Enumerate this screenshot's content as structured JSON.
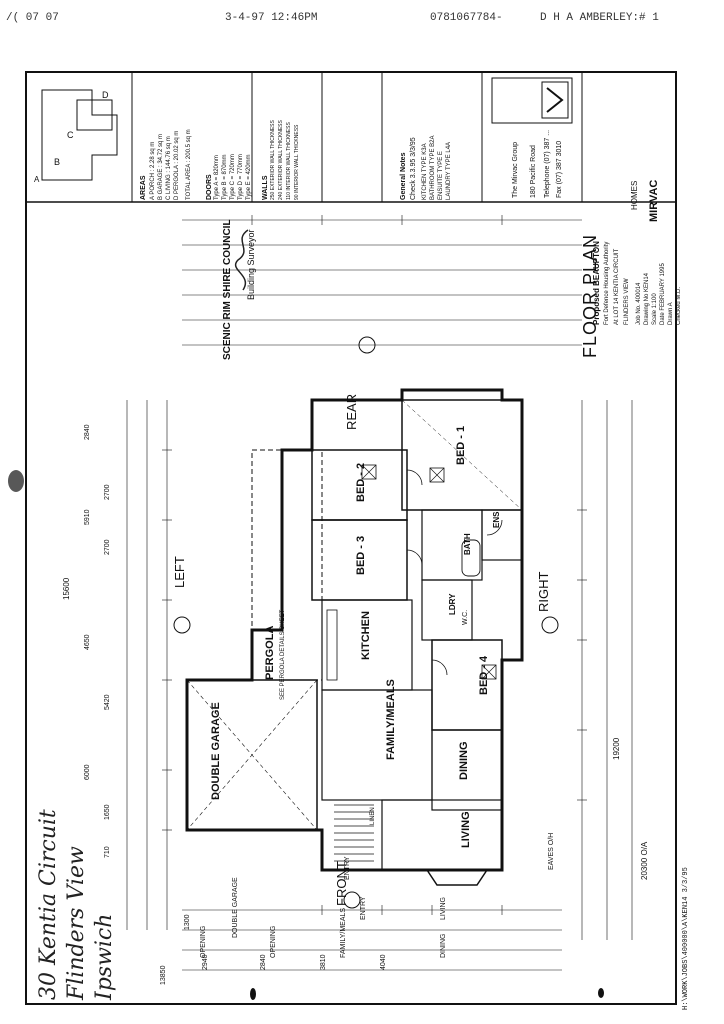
{
  "fax_header": {
    "left": "/( 07 07",
    "date_time": "3-4-97 12:46PM",
    "phone": "0781067784-",
    "sender": "D H A AMBERLEY:# 1"
  },
  "title_block": {
    "company": "MIRVAC",
    "company_sub": "HOMES",
    "group": "The Mirvac Group",
    "address_lines": [
      "180 Pacific Road",
      "Telephone (07) 387 ...",
      "Fax (07) 387 3010"
    ],
    "proposal_lines": [
      "Proposed BEAUPTON",
      "Fort Defence Housing Authority",
      "At LOT 14 KENTIA CIRCUIT",
      "FLINDERS VIEW"
    ],
    "job_lines": [
      "Job No. 400014",
      "Drawing No KEN14",
      "Scale 1:100",
      "Date FEBRUARY 1995",
      "Drawn A",
      "Checked M.D."
    ],
    "drawing_title": "FLOOR PLAN"
  },
  "areas": {
    "heading": "AREAS",
    "items": [
      "A PORCH : 2.28 sq m",
      "B GARAGE : 34.72 sq m",
      "C LIVING : 144.76 sq m",
      "D PERGOLA : 20.02 sq m"
    ],
    "total": "TOTAL AREA : 200.5 sq m"
  },
  "doors": {
    "heading": "DOORS",
    "items": [
      "Type A = 820mm",
      "Type B = 870mm",
      "Type C = 720mm",
      "Type D = 770mm",
      "Type E = 420mm"
    ]
  },
  "walls": {
    "heading": "WALLS",
    "items": [
      "250 EXTERIOR WALL THICKNESS",
      "240 EXTERIOR WALL THICKNESS",
      "110 INTERIOR WALL THICKNESS",
      "90 INTERIOR WALL THICKNESS"
    ]
  },
  "general_notes": {
    "heading": "General Notes",
    "lines": [
      "Check 3.3.95 3/3/95",
      "KITCHEN TYPE K3A",
      "BATHROOM TYPE B2A",
      "ENSUITE TYPE E",
      "LAUNDRY TYPE L4A"
    ]
  },
  "council": {
    "name": "SCENIC RIM SHIRE COUNCIL",
    "role": "Building Surveyor"
  },
  "orientation": {
    "rear": "REAR",
    "left": "LEFT",
    "right": "RIGHT",
    "front": "FRONT"
  },
  "rooms": {
    "double_garage": "DOUBLE GARAGE",
    "pergola": "PERGOLA",
    "pergola_note": "SEE PERGOLA DETAILS SHEET",
    "bed2": "BED - 2",
    "bed3": "BED - 3",
    "bed1": "BED - 1",
    "bed4": "BED - 4",
    "kitchen": "KITCHEN",
    "family_meals": "FAMILY/MEALS",
    "dining": "DINING",
    "living": "LIVING",
    "bath": "BATH",
    "ens": "ENS",
    "ldry": "LDRY",
    "wc": "W.C.",
    "entry": "ENTRY",
    "linen": "LINEN"
  },
  "dimensions": {
    "overall_top": "15600",
    "overall_right": "20300 O/A",
    "inner_right": "19200",
    "eaves": "EAVES O/H",
    "segments_top": [
      "2840",
      "5910",
      "2700",
      "2700",
      "4650",
      "5420",
      "6000",
      "1650",
      "710"
    ],
    "segments_bottom": [
      "1300",
      "2940",
      "4040",
      "3810",
      "2840",
      "13850"
    ]
  },
  "bottom_labels": {
    "double_garage": "DOUBLE GARAGE",
    "opening_a": "OPENING",
    "opening_b": "OPENING",
    "family_meals": "FAMILY/MEALS",
    "entry": "ENTRY",
    "living": "LIVING",
    "dining": "DINING"
  },
  "file_path": "H:\\WORK\\JOBS\\400000\\A\\KEN14 3/3/95",
  "handwriting": {
    "line1": "30 Kentia Circuit",
    "line2": "Flinders View",
    "line3": "Ipswich"
  }
}
